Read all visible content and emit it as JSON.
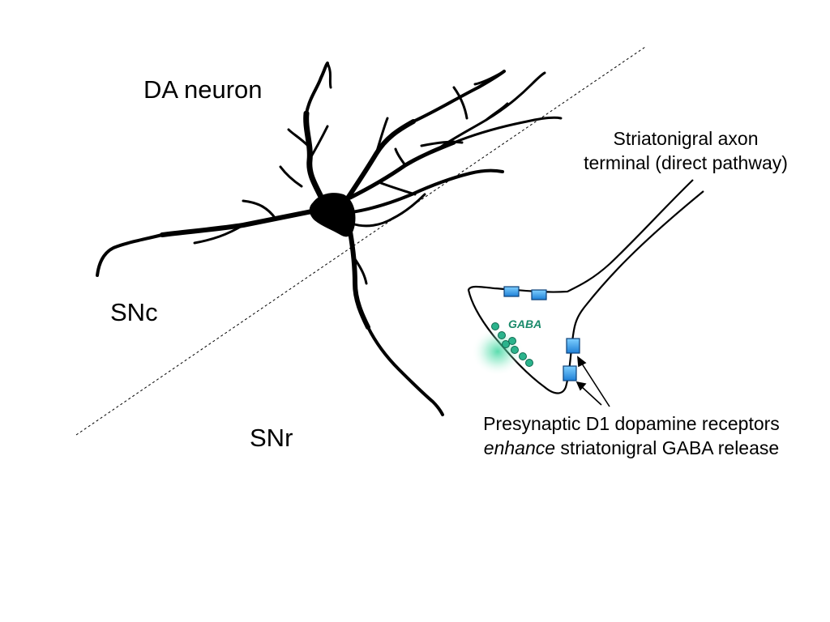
{
  "labels": {
    "da_neuron": "DA neuron",
    "snc": "SNc",
    "snr": "SNr",
    "axon_line1": "Striatonigral axon",
    "axon_line2": "terminal (direct pathway)",
    "d1_line1": "Presynaptic D1 dopamine receptors",
    "d1_line2_em": "enhance",
    "d1_line2_rest": " striatonigral GABA release",
    "gaba": "GABA"
  },
  "colors": {
    "neuron": "#000000",
    "receptor_fill": "#1e90e6",
    "receptor_highlight": "#7fd0ff",
    "vesicle": "#2bb38c",
    "gaba_text": "#1a8a6a",
    "glow": "#3fd6a0"
  }
}
